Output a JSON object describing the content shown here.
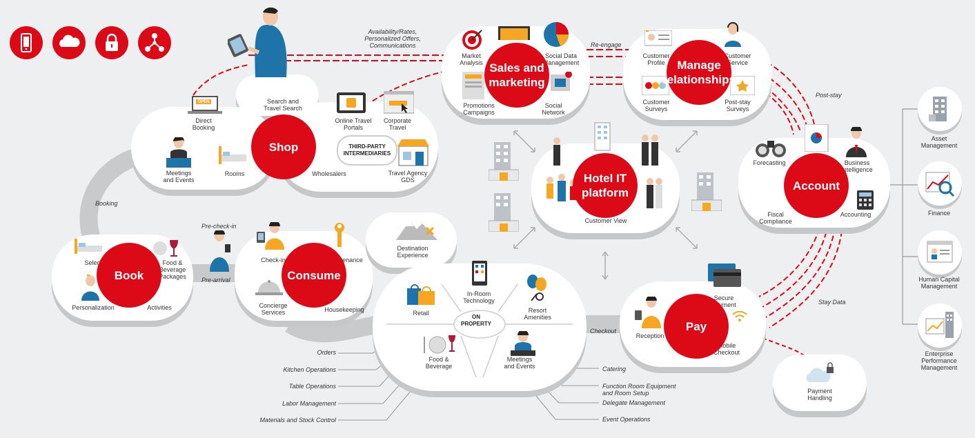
{
  "top_icons": [
    {
      "name": "mobile-icon"
    },
    {
      "name": "cloud-icon"
    },
    {
      "name": "lock-icon"
    },
    {
      "name": "network-icon"
    }
  ],
  "hubs": {
    "shop": "Shop",
    "sales": "Sales and marketing",
    "manage": "Manage relationships",
    "platform": "Hotel IT platform",
    "account": "Account",
    "book": "Book",
    "consume": "Consume",
    "pay": "Pay"
  },
  "flows": {
    "availability": "Availability/Rates, Personalized Offers, Communications",
    "reengage": "Re-engage",
    "post_stay": "Post-stay",
    "booking": "Booking",
    "pre_check_in": "Pre-check-in",
    "pre_arrival": "Pre-arrival",
    "checkout": "Checkout",
    "stay_data": "Stay Data"
  },
  "shop": {
    "search": "Search and Travel Search",
    "direct": "Direct Booking",
    "meetings": "Meetings and Events",
    "rooms": "Rooms",
    "wholesalers": "Wholesalers",
    "online_travel": "Online Travel Portals",
    "corporate": "Corporate Travel",
    "travel_agency": "Travel Agency GDS",
    "third_party": "THIRD-PARTY INTERMEDIARIES",
    "open_sign": "OPEN"
  },
  "sales": {
    "market": "Market Analysis",
    "social_data": "Social Data Management",
    "promotions": "Promotions Campaigns",
    "social_network": "Social Network"
  },
  "manage": {
    "customer_profile": "Customer Profile",
    "customer_service": "Customer Service",
    "customer_surveys": "Customer Surveys",
    "post_stay_surveys": "Post-stay Surveys"
  },
  "account": {
    "forecasting": "Forecasting",
    "business_intelligence": "Business Intelligence",
    "fiscal": "Fiscal Compliance",
    "accounting": "Accounting"
  },
  "platform": {
    "overview": "Customer View"
  },
  "book": {
    "selection": "Selection",
    "food_beverage": "Food & Beverage Packages",
    "personalization": "Personalization",
    "activities": "Activities"
  },
  "consume": {
    "check_in": "Check-in",
    "maintenance": "Maintenance",
    "concierge": "Concierge Services",
    "housekeeping": "Housekeeping"
  },
  "destination": "Destination Experience",
  "on_property": {
    "center": "ON PROPERTY",
    "retail": "Retail",
    "in_room": "In-Room Technology",
    "resort": "Resort Amenities",
    "food": "Food & Beverage",
    "meetings": "Meetings and Events"
  },
  "left_callouts": [
    "Orders",
    "Kitchen Operations",
    "Table Operations",
    "Labor Management",
    "Materials and Stock Control"
  ],
  "right_callouts": [
    "Catering",
    "Function Room Equipment and Room Setup",
    "Delegate Management",
    "Event Operations"
  ],
  "pay": {
    "reception": "Reception",
    "secure_payment": "Secure Payment",
    "mobile_checkout": "Mobile Checkout",
    "payment_handling": "Payment Handling"
  },
  "side": [
    {
      "label": "Asset Management"
    },
    {
      "label": "Finance"
    },
    {
      "label": "Human Capital Management"
    },
    {
      "label": "Enterprise Performance Management"
    }
  ],
  "colors": {
    "red": "#dc0a17",
    "dark": "#333333",
    "blue": "#1e74a8",
    "grey": "#c6c7c8",
    "background": "#eeeff0"
  }
}
